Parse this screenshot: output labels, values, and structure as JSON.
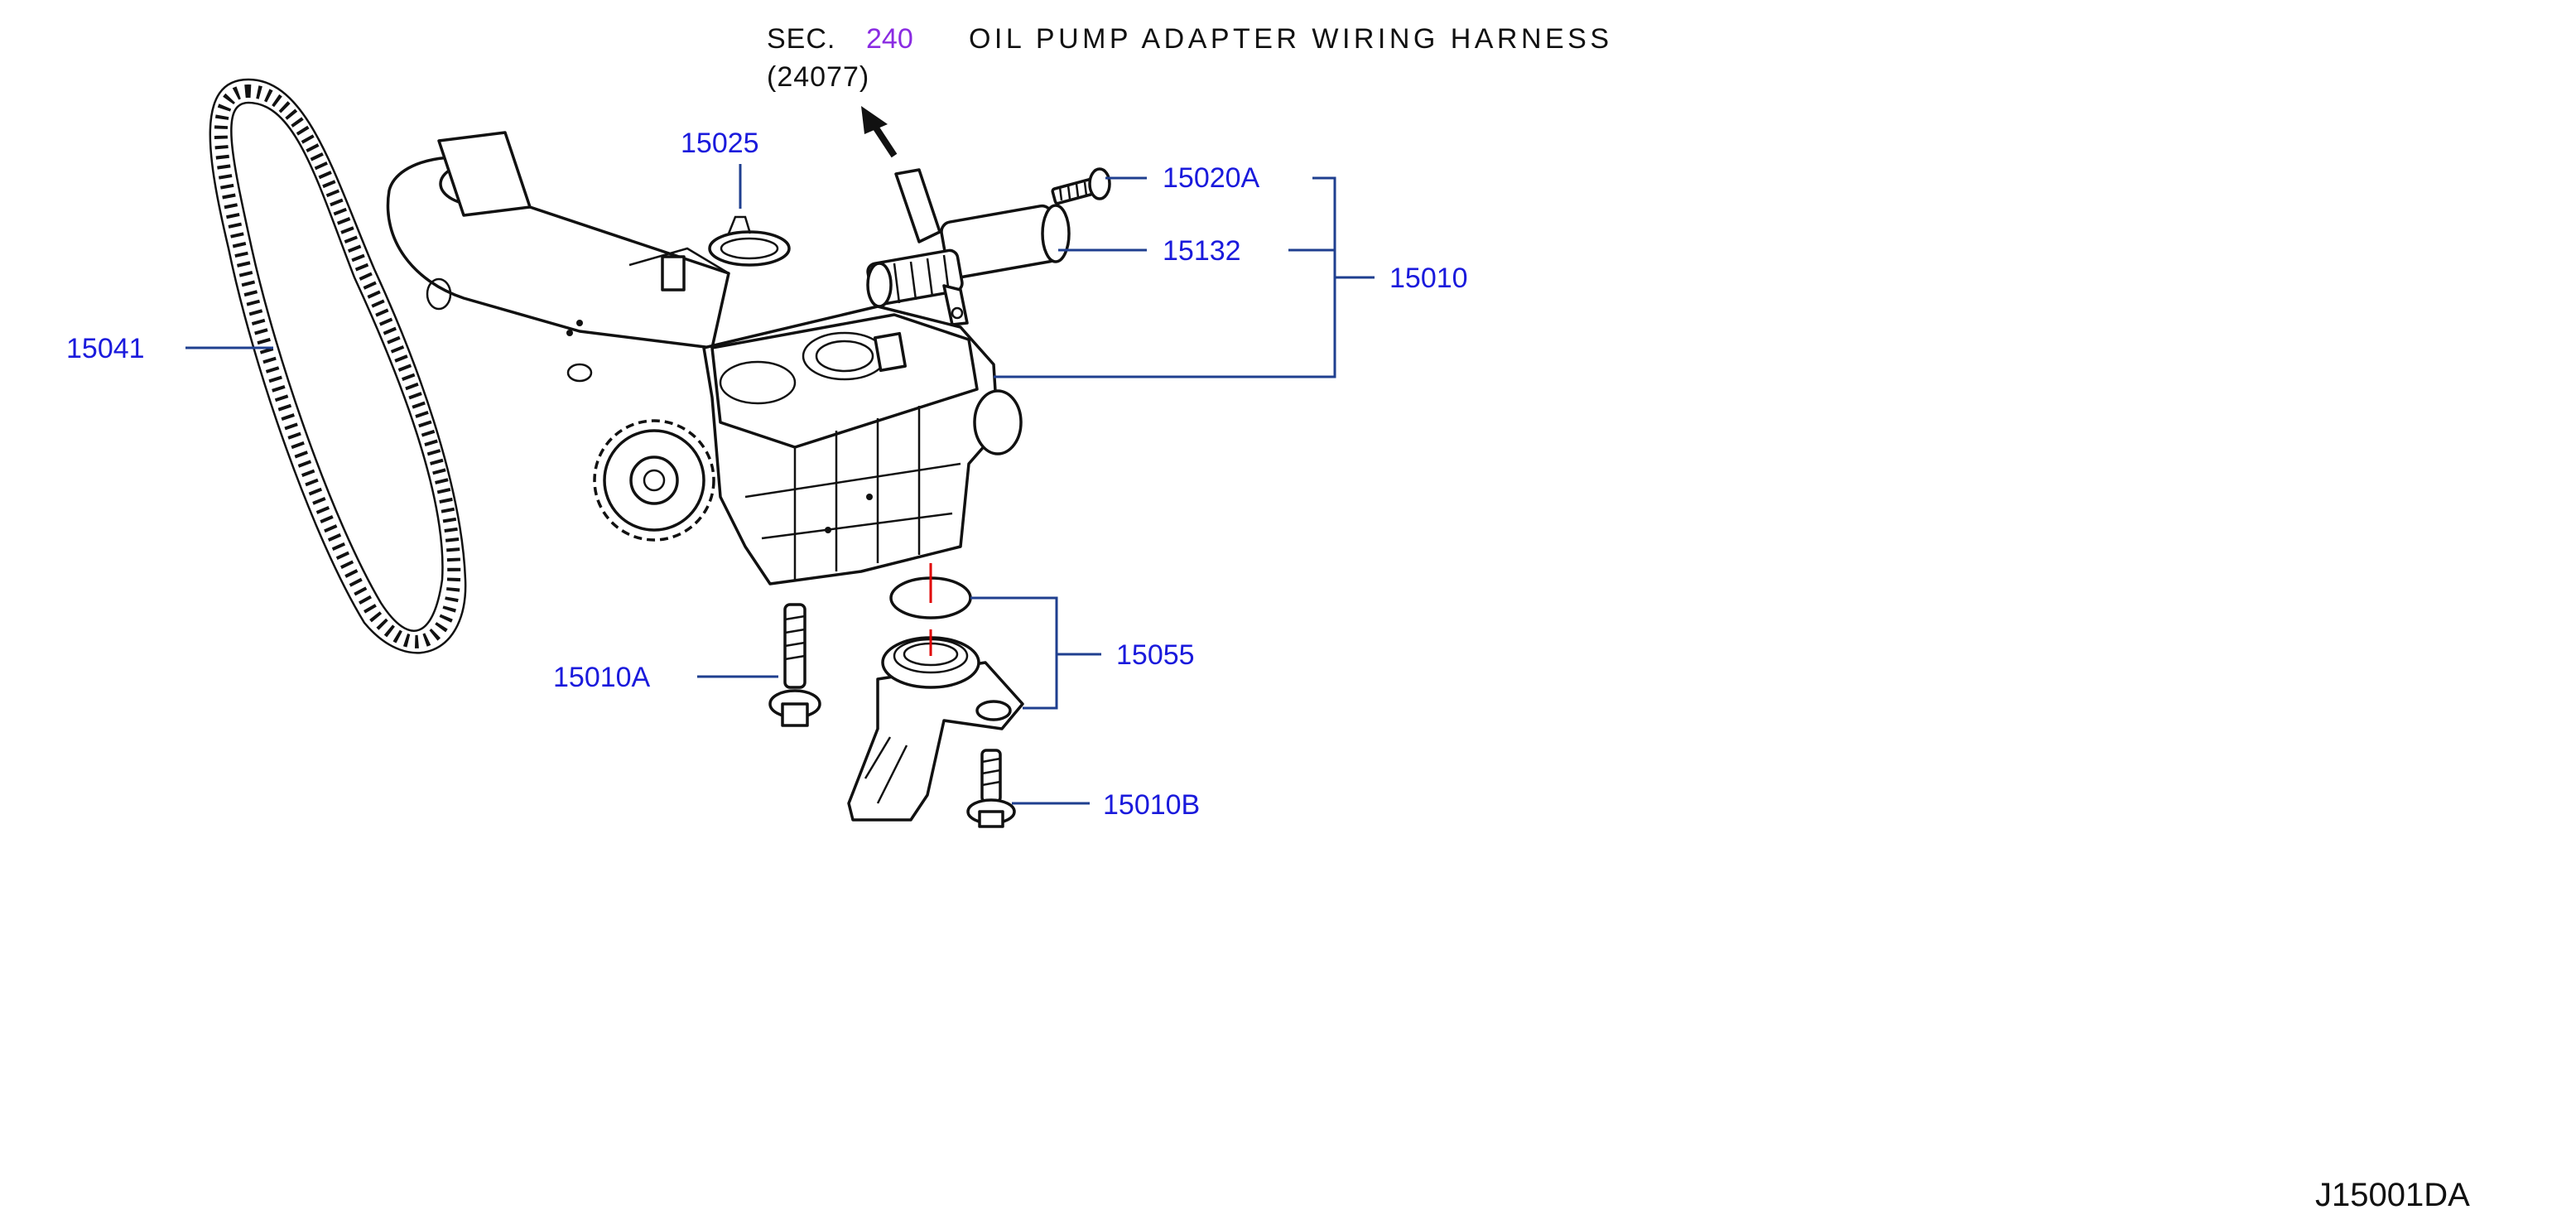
{
  "header": {
    "sec_prefix": "SEC.",
    "sec_number": "240",
    "sec_title": "OIL PUMP ADAPTER WIRING HARNESS",
    "sec_subcode": "(24077)"
  },
  "callouts": {
    "p15025": "15025",
    "p15020A": "15020A",
    "p15132": "15132",
    "p15010": "15010",
    "p15041": "15041",
    "p15010A": "15010A",
    "p15055": "15055",
    "p15010B": "15010B"
  },
  "diagram_code": "J15001DA",
  "colors": {
    "callout_text": "#1a1adc",
    "leader_line": "#1f3f8f",
    "section_link": "#8a2be2",
    "alignment_mark": "#e00000"
  }
}
